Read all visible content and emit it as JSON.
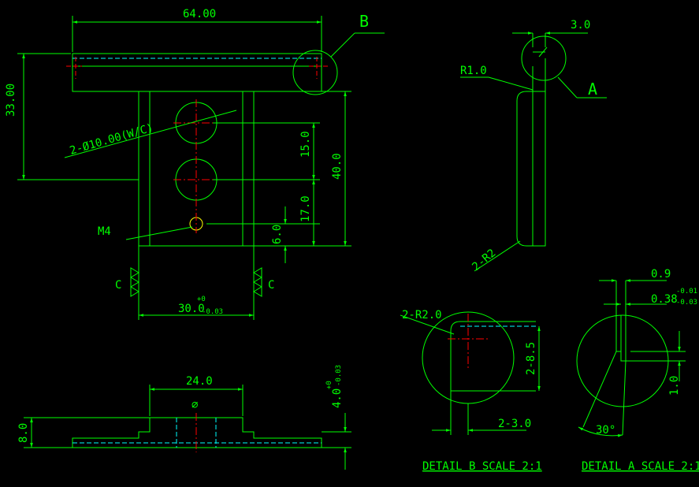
{
  "colors": {
    "background": "#000000",
    "outline": "#00ff00",
    "center_line": "#ff0000",
    "hidden_line": "#00ffff",
    "dimension": "#00ff00",
    "text": "#00ff00",
    "marker": "#ffff00"
  },
  "dims": {
    "top_width": "64.00",
    "left_height": "33.00",
    "holes": "2-Ø10.00(W/C)",
    "hole_pitch": "15.0",
    "overall": "40.0",
    "m4_pos": "17.0",
    "m4_bottom": "6.0",
    "m4": "M4",
    "base_width": "30.0",
    "base_tol_upper": "+0",
    "base_tol_lower": "-0.03",
    "side_c_left": "C",
    "side_c_right": "C",
    "side_top": "3.0",
    "side_radius": "R1.0",
    "side_radius_bottom": "2-R2",
    "b_marker": "B",
    "a_marker": "A",
    "front_width": "24.0",
    "front_height": "8.0",
    "front_thick": "4.0",
    "front_tol_upper": "+0",
    "front_tol_lower": "-0.03",
    "flat_symbol": "⌀",
    "det_b_r": "2-R2.0",
    "det_b_h": "2-8.5",
    "det_b_w": "2-3.0",
    "det_a_w": "0.9",
    "det_a_slot": "0.38",
    "det_a_slot_upper": "-0.01",
    "det_a_slot_lower": "-0.03",
    "det_a_h": "1.0",
    "det_a_angle": "30°"
  },
  "labels": {
    "detail_b": "DETAIL B SCALE 2:1",
    "detail_a": "DETAIL A SCALE 2:1"
  }
}
